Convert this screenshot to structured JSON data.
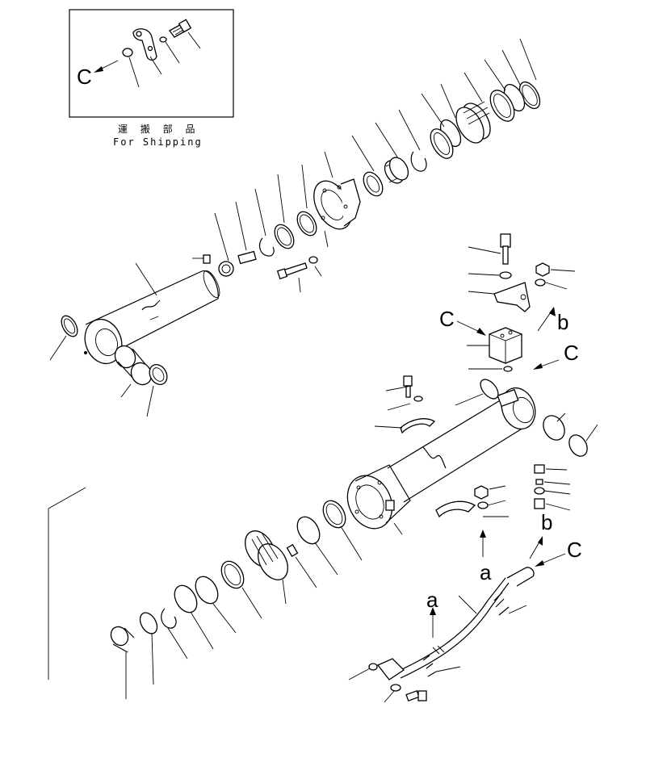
{
  "inset": {
    "caption_jp": "運 搬 部 品",
    "caption_en": "For Shipping",
    "callout": "C"
  },
  "callouts": {
    "c": "C",
    "b": "b",
    "a": "a"
  }
}
